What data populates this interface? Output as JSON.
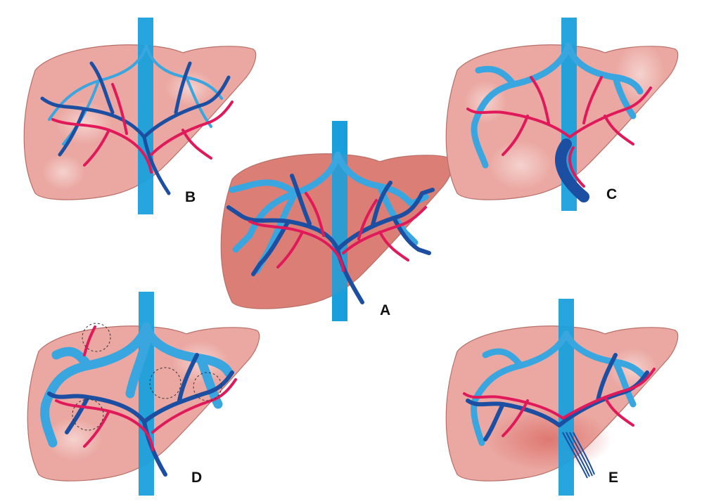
{
  "panels": [
    {
      "id": "A",
      "label": "A",
      "liver_color": "#db7f76",
      "tone": "dark"
    },
    {
      "id": "B",
      "label": "B",
      "liver_color": "#eba8a2",
      "tone": "light"
    },
    {
      "id": "C",
      "label": "C",
      "liver_color": "#eba8a2",
      "tone": "light"
    },
    {
      "id": "D",
      "label": "D",
      "liver_color": "#eba8a2",
      "tone": "light"
    },
    {
      "id": "E",
      "label": "E",
      "liver_color": "#eba8a2",
      "tone": "light"
    }
  ],
  "colors": {
    "ivc": "#1aa0dc",
    "hepatic_vein": "#3aa6df",
    "portal_vein": "#1c4fa1",
    "artery": "#e0195a",
    "liver_dark": "#db7f76",
    "liver_light": "#eba8a2",
    "liver_outline": "#b86e66"
  }
}
